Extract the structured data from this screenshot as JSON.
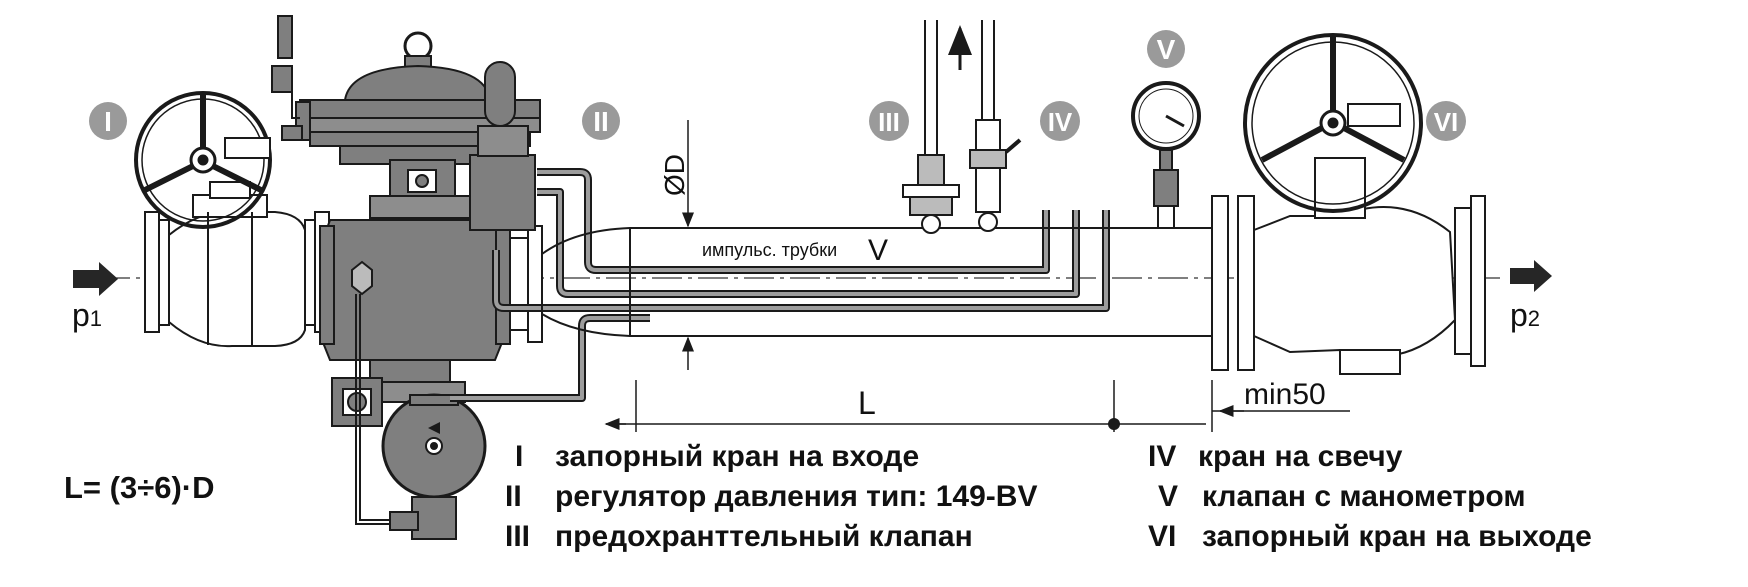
{
  "badges": {
    "b1": "I",
    "b2": "II",
    "b3": "III",
    "b4": "IV",
    "b5": "V",
    "b6": "VI"
  },
  "labels": {
    "p1_base": "p",
    "p1_sub": "1",
    "p2_base": "p",
    "p2_sub": "2",
    "diameter": "ØD",
    "impulse": "импульс. трубки",
    "impulse_mark": "V",
    "length": "L",
    "min_dist": "min50"
  },
  "formula": "L= (3÷6)·D",
  "legend_left": [
    {
      "num": "I",
      "text": "запорный кран на входе"
    },
    {
      "num": "II",
      "text": "регулятор давления тип: 149-BV"
    },
    {
      "num": "III",
      "text": "предохранттельный клапан"
    }
  ],
  "legend_right": [
    {
      "num": "IV",
      "text": "кран на свечу"
    },
    {
      "num": "V",
      "text": "клапан с манометром"
    },
    {
      "num": "VI",
      "text": "запорный кран на выходе"
    }
  ],
  "colors": {
    "regulator_fill": "#7f7f7f",
    "line": "#1a1a1a",
    "badge": "#9a9a9a",
    "arrow": "#262626",
    "impulse_tube": "#9d9d9d"
  }
}
